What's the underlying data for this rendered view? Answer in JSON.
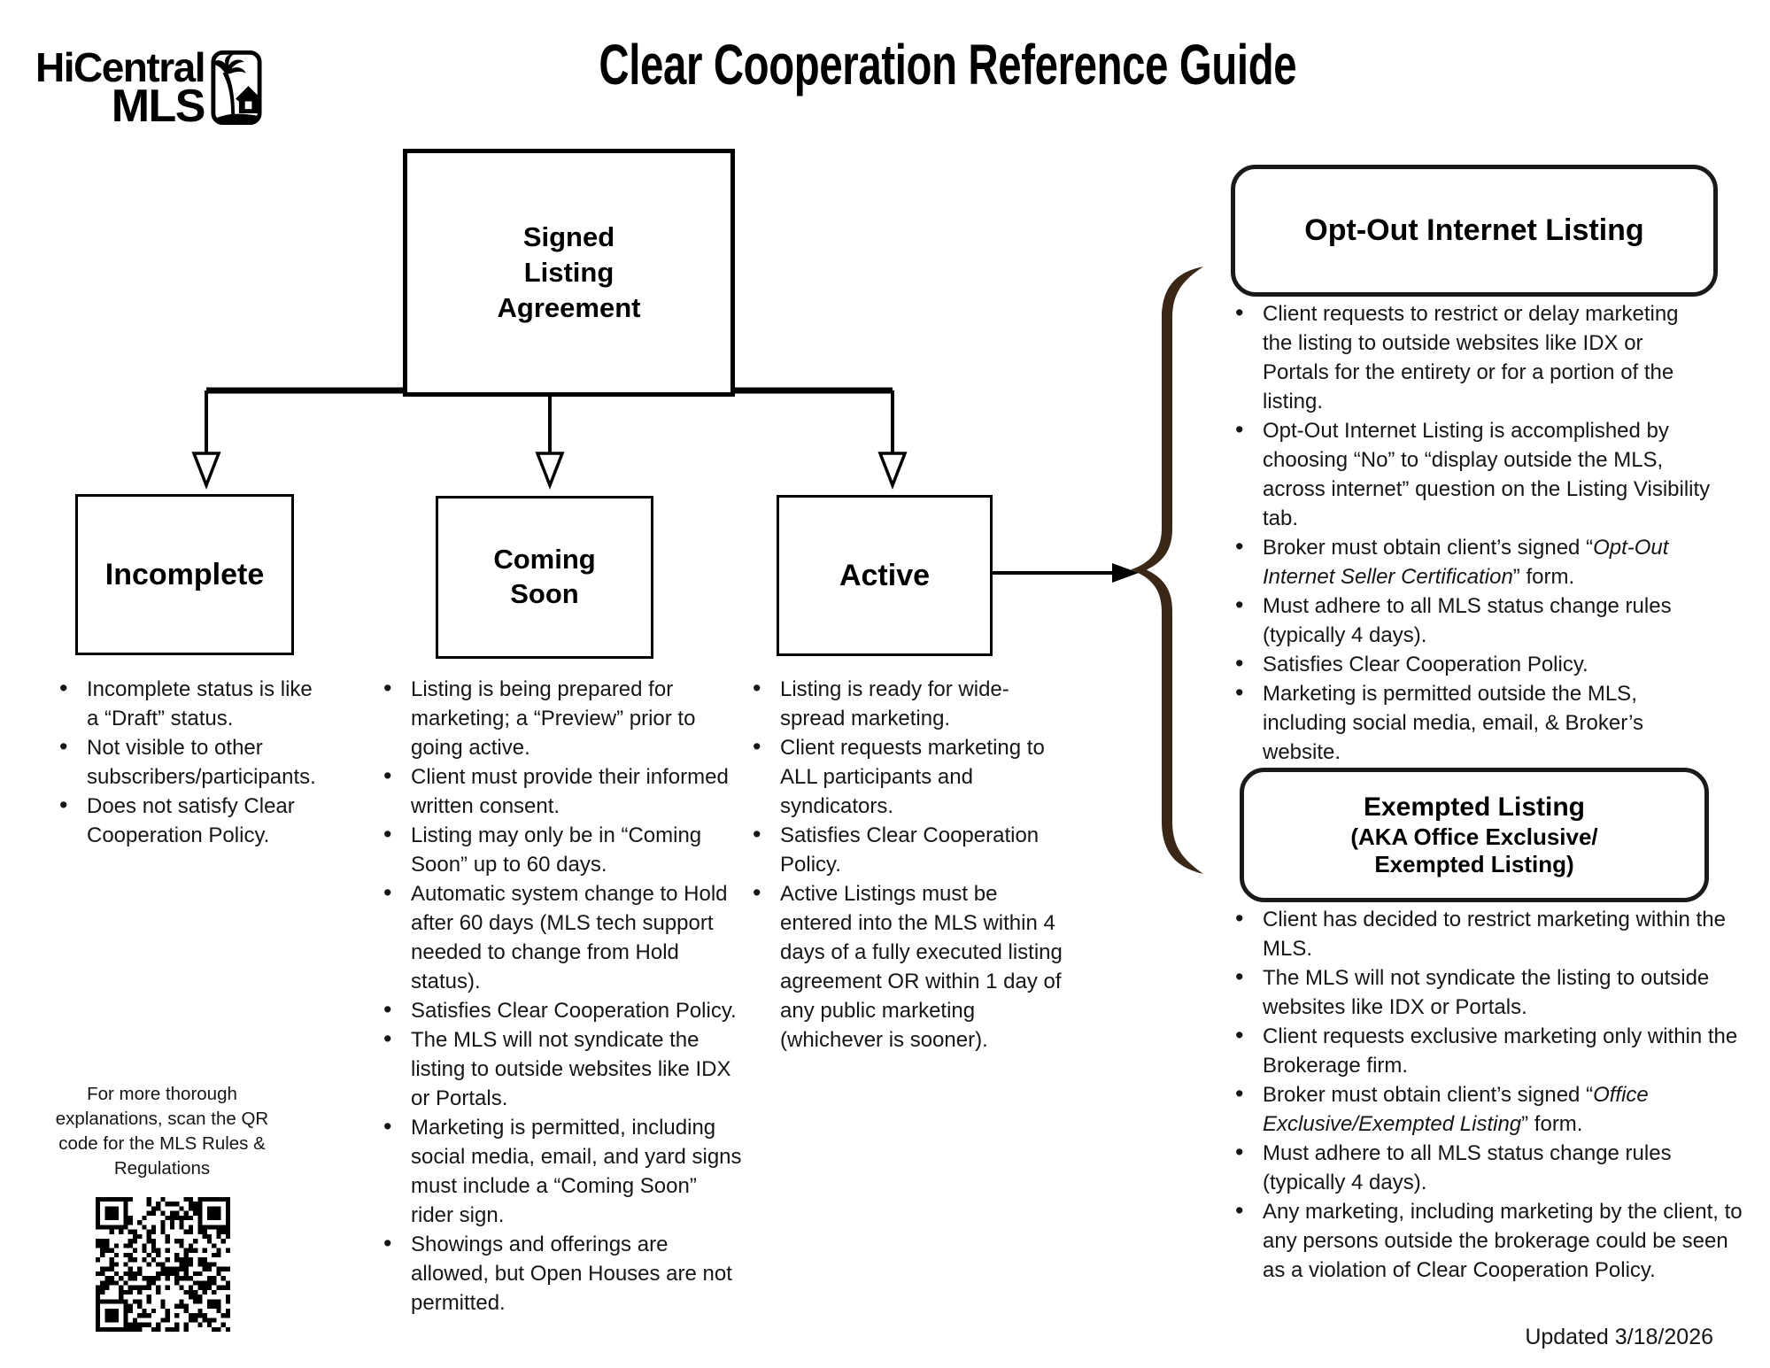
{
  "logo": {
    "line1": "HiCentral",
    "line2": "MLS",
    "icon": "palm-house-icon"
  },
  "title": "Clear Cooperation Reference Guide",
  "flowchart": {
    "root": {
      "label": "Signed\nListing\nAgreement"
    },
    "children": [
      {
        "label": "Incomplete",
        "bullets": [
          "Incomplete status is like a “Draft” status.",
          "Not visible to other subscribers/participants.",
          "Does not satisfy Clear Cooperation Policy."
        ]
      },
      {
        "label": "Coming\nSoon",
        "bullets": [
          "Listing is being prepared for marketing; a “Preview” prior to going active.",
          "Client must provide their informed written consent.",
          "Listing may only be in “Coming Soon” up to 60 days.",
          "Automatic system change to Hold after 60 days (MLS tech support needed to change from Hold status).",
          "Satisfies Clear Cooperation Policy.",
          "The MLS will not syndicate the listing to outside websites like IDX or Portals.",
          "Marketing is permitted, including social media, email, and yard signs must include a “Coming Soon” rider sign.",
          "Showings and offerings are allowed, but Open Houses are not permitted."
        ]
      },
      {
        "label": "Active",
        "bullets": [
          "Listing is ready for wide-spread marketing.",
          "Client requests marketing to ALL participants and syndicators.",
          "Satisfies Clear Cooperation Policy.",
          "Active Listings must be entered into the MLS within 4 days of a fully executed listing agreement OR within 1 day of any public marketing (whichever is sooner)."
        ]
      }
    ]
  },
  "right_panels": [
    {
      "title": "Opt-Out Internet Listing",
      "bullets": [
        "Client requests to restrict or delay marketing the listing to outside websites like IDX or Portals for the entirety or for a portion of the listing.",
        "Opt-Out Internet Listing is accomplished by choosing “No” to “display outside the MLS, across internet” question on the Listing Visibility tab.",
        [
          "Broker must obtain client’s signed “",
          {
            "t": "Opt-Out Internet Seller Certification",
            "i": true
          },
          "” form."
        ],
        "Must adhere to all MLS status change rules (typically 4 days).",
        "Satisfies Clear Cooperation Policy.",
        "Marketing is permitted outside the MLS, including social media, email, & Broker’s website."
      ]
    },
    {
      "title": "Exempted Listing",
      "subtitle": "(AKA Office Exclusive/\nExempted Listing)",
      "bullets": [
        "Client has decided to restrict marketing within the MLS.",
        "The MLS will not syndicate the listing to outside websites like IDX or Portals.",
        "Client requests exclusive marketing only within the Brokerage firm.",
        [
          "Broker must obtain client’s signed “",
          {
            "t": "Office Exclusive/Exempted Listing",
            "i": true
          },
          "” form."
        ],
        "Must adhere to all MLS status change rules (typically 4 days).",
        "Any marketing, including marketing by the client, to any persons outside the brokerage could be seen as a violation of Clear Cooperation Policy."
      ]
    }
  ],
  "qr_note": "For more thorough explanations, scan the QR code for the MLS Rules & Regulations",
  "updated": "Updated 3/18/2026",
  "colors": {
    "ink": "#000000",
    "brace": "#3B2716"
  }
}
